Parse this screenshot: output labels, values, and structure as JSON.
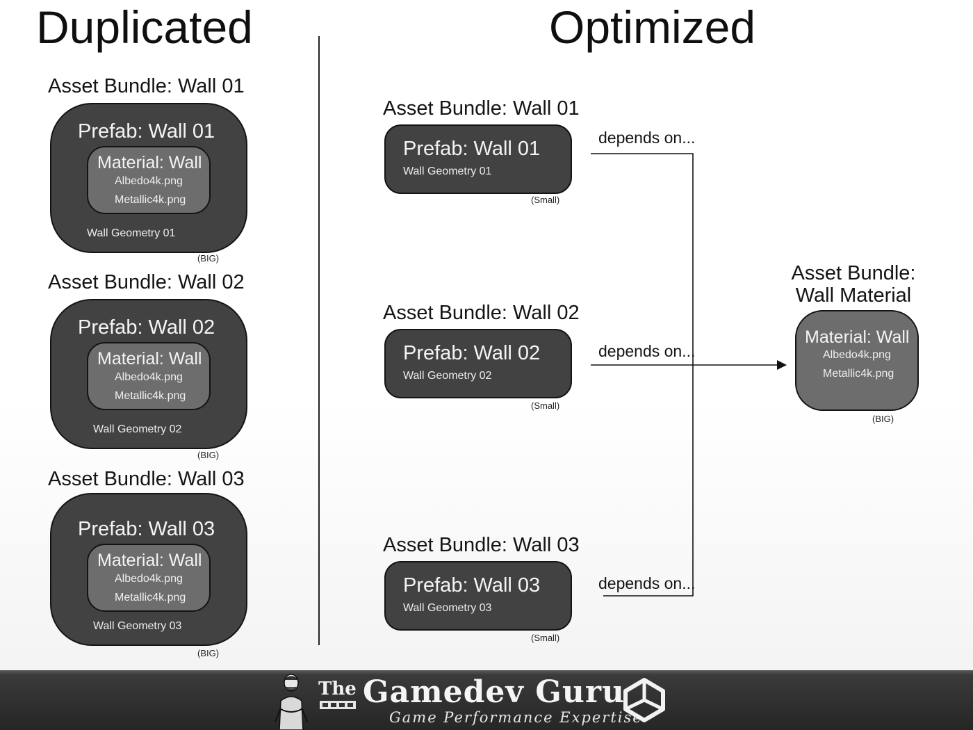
{
  "headings": {
    "duplicated": "Duplicated",
    "optimized": "Optimized"
  },
  "duplicated": [
    {
      "bundle": "Asset Bundle: Wall 01",
      "prefab": "Prefab: Wall 01",
      "material": "Material: Wall",
      "textures": [
        "Albedo4k.png",
        "Metallic4k.png"
      ],
      "geometry": "Wall Geometry 01",
      "size": "(BIG)"
    },
    {
      "bundle": "Asset Bundle: Wall 02",
      "prefab": "Prefab: Wall 02",
      "material": "Material: Wall",
      "textures": [
        "Albedo4k.png",
        "Metallic4k.png"
      ],
      "geometry": "Wall Geometry 02",
      "size": "(BIG)"
    },
    {
      "bundle": "Asset Bundle: Wall 03",
      "prefab": "Prefab: Wall 03",
      "material": "Material: Wall",
      "textures": [
        "Albedo4k.png",
        "Metallic4k.png"
      ],
      "geometry": "Wall Geometry 03",
      "size": "(BIG)"
    }
  ],
  "optimized": [
    {
      "bundle": "Asset Bundle: Wall 01",
      "prefab": "Prefab: Wall 01",
      "geometry": "Wall Geometry 01",
      "size": "(Small)",
      "dependency": "depends on..."
    },
    {
      "bundle": "Asset Bundle: Wall 02",
      "prefab": "Prefab: Wall 02",
      "geometry": "Wall Geometry 02",
      "size": "(Small)",
      "dependency": "depends on..."
    },
    {
      "bundle": "Asset Bundle: Wall 03",
      "prefab": "Prefab: Wall 03",
      "geometry": "Wall Geometry 03",
      "size": "(Small)",
      "dependency": "depends on..."
    }
  ],
  "shared": {
    "bundle_line1": "Asset Bundle:",
    "bundle_line2": "Wall Material",
    "material": "Material: Wall",
    "textures": [
      "Albedo4k.png",
      "Metallic4k.png"
    ],
    "size": "(BIG)"
  },
  "branding": {
    "the": "The",
    "name": "Gamedev Guru",
    "tagline": "Game Performance Expertise",
    "logo_icon": "unity-logo-icon",
    "mascot_icon": "guru-mascot-icon"
  },
  "colors": {
    "box": "#424242",
    "material_box": "#6d6d6d",
    "banner": "#262626"
  }
}
